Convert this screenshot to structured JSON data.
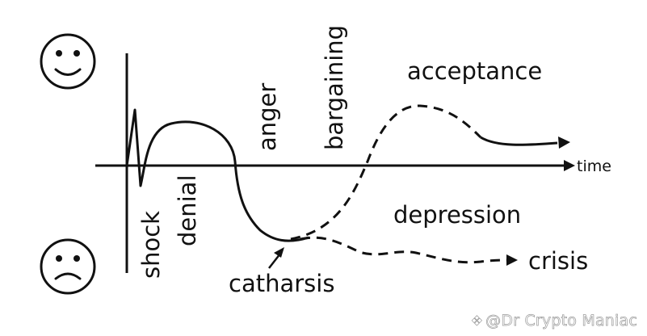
{
  "labels": {
    "time": "time",
    "shock": "shock",
    "denial": "denial",
    "anger": "anger",
    "bargaining": "bargaining",
    "acceptance": "acceptance",
    "depression": "depression",
    "catharsis": "catharsis",
    "crisis": "crisis"
  },
  "watermark": {
    "icon": "diamond-icon",
    "text": "@Dr Crypto Maniac"
  },
  "colors": {
    "ink": "#111111",
    "watermark": "#9a9a9a"
  }
}
